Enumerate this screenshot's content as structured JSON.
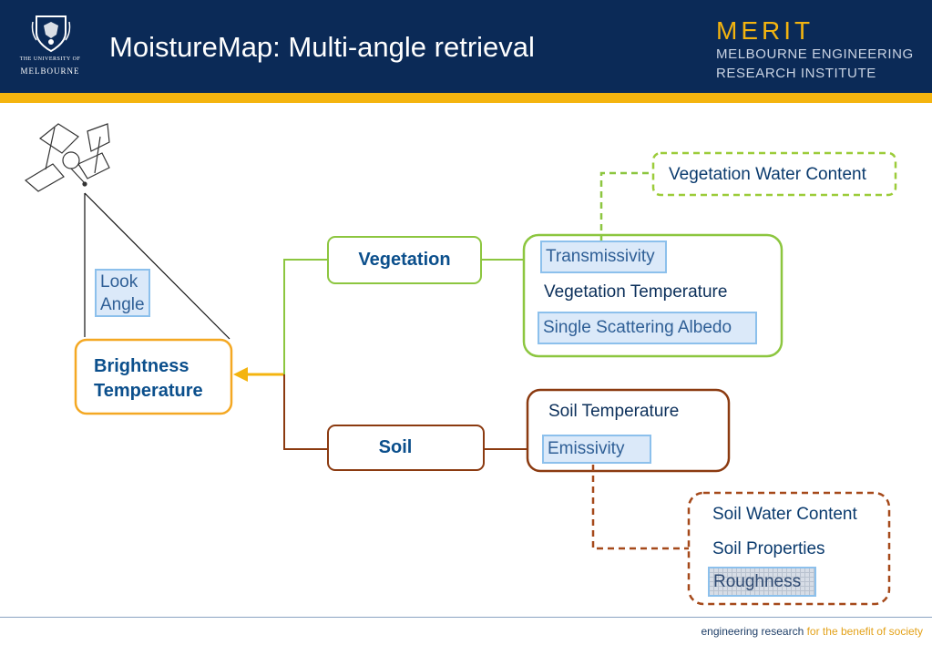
{
  "header": {
    "title": "MoistureMap: Multi-angle retrieval",
    "university_line1": "THE UNIVERSITY OF",
    "university_line2": "MELBOURNE",
    "merit_name": "MERIT",
    "merit_line1": "MELBOURNE ENGINEERING",
    "merit_line2": "RESEARCH INSTITUTE"
  },
  "diagram": {
    "look_angle": [
      "Look",
      "Angle"
    ],
    "brightness_temperature": [
      "Brightness",
      "Temperature"
    ],
    "vegetation": "Vegetation",
    "soil": "Soil",
    "vegetation_water_content": "Vegetation Water Content",
    "transmissivity": "Transmissivity",
    "vegetation_temperature": "Vegetation Temperature",
    "single_scattering_albedo": "Single Scattering Albedo",
    "soil_temperature": "Soil Temperature",
    "emissivity": "Emissivity",
    "soil_water_content": "Soil Water Content",
    "soil_properties": "Soil Properties",
    "roughness": "Roughness"
  },
  "footer": {
    "part1": "engineering research",
    "part2": "for the benefit of society"
  },
  "colors": {
    "header_bg": "#0b2a57",
    "gold": "#f4b40f",
    "vegetation_green": "#8cc63f",
    "soil_brown": "#8b3a10",
    "label_blue": "#0b4f8c"
  },
  "icons": {
    "satellite": "satellite-icon",
    "crest": "university-crest-icon",
    "arrow": "arrow-left-icon"
  }
}
